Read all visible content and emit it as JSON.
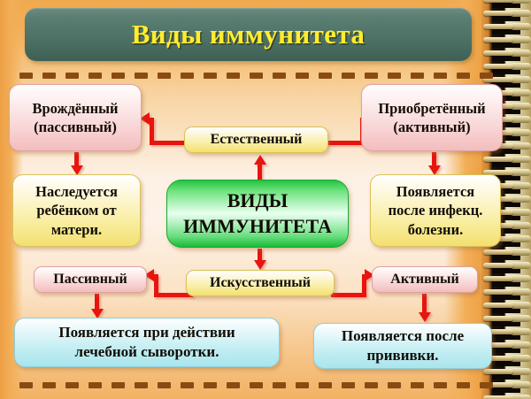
{
  "slide": {
    "title": "Виды иммунитета",
    "accent_title_bg": "#4e7267",
    "accent_title_fg": "#ffed2e",
    "accent_arrow": "#e8140e",
    "background": "#f6c589"
  },
  "nodes": {
    "innate": {
      "line1": "Врождённый",
      "line2": "(пассивный)"
    },
    "acquired": {
      "line1": "Приобретённый",
      "line2": "(активный)"
    },
    "natural": {
      "line1": "Естественный"
    },
    "inherited": {
      "line1": "Наследуется",
      "line2": "ребёнком  от",
      "line3": "матери."
    },
    "after_infection": {
      "line1": "Появляется",
      "line2": "после инфекц.",
      "line3": "болезни."
    },
    "core": {
      "line1": "ВИДЫ",
      "line2": "ИММУНИТЕТА"
    },
    "passive": {
      "line1": "Пассивный"
    },
    "artificial": {
      "line1": "Искусственный"
    },
    "active": {
      "line1": "Активный"
    },
    "serum": {
      "line1": "Появляется при действии",
      "line2": "лечебной  сыворотки."
    },
    "vaccine": {
      "line1": "Появляется после",
      "line2": "прививки."
    }
  }
}
